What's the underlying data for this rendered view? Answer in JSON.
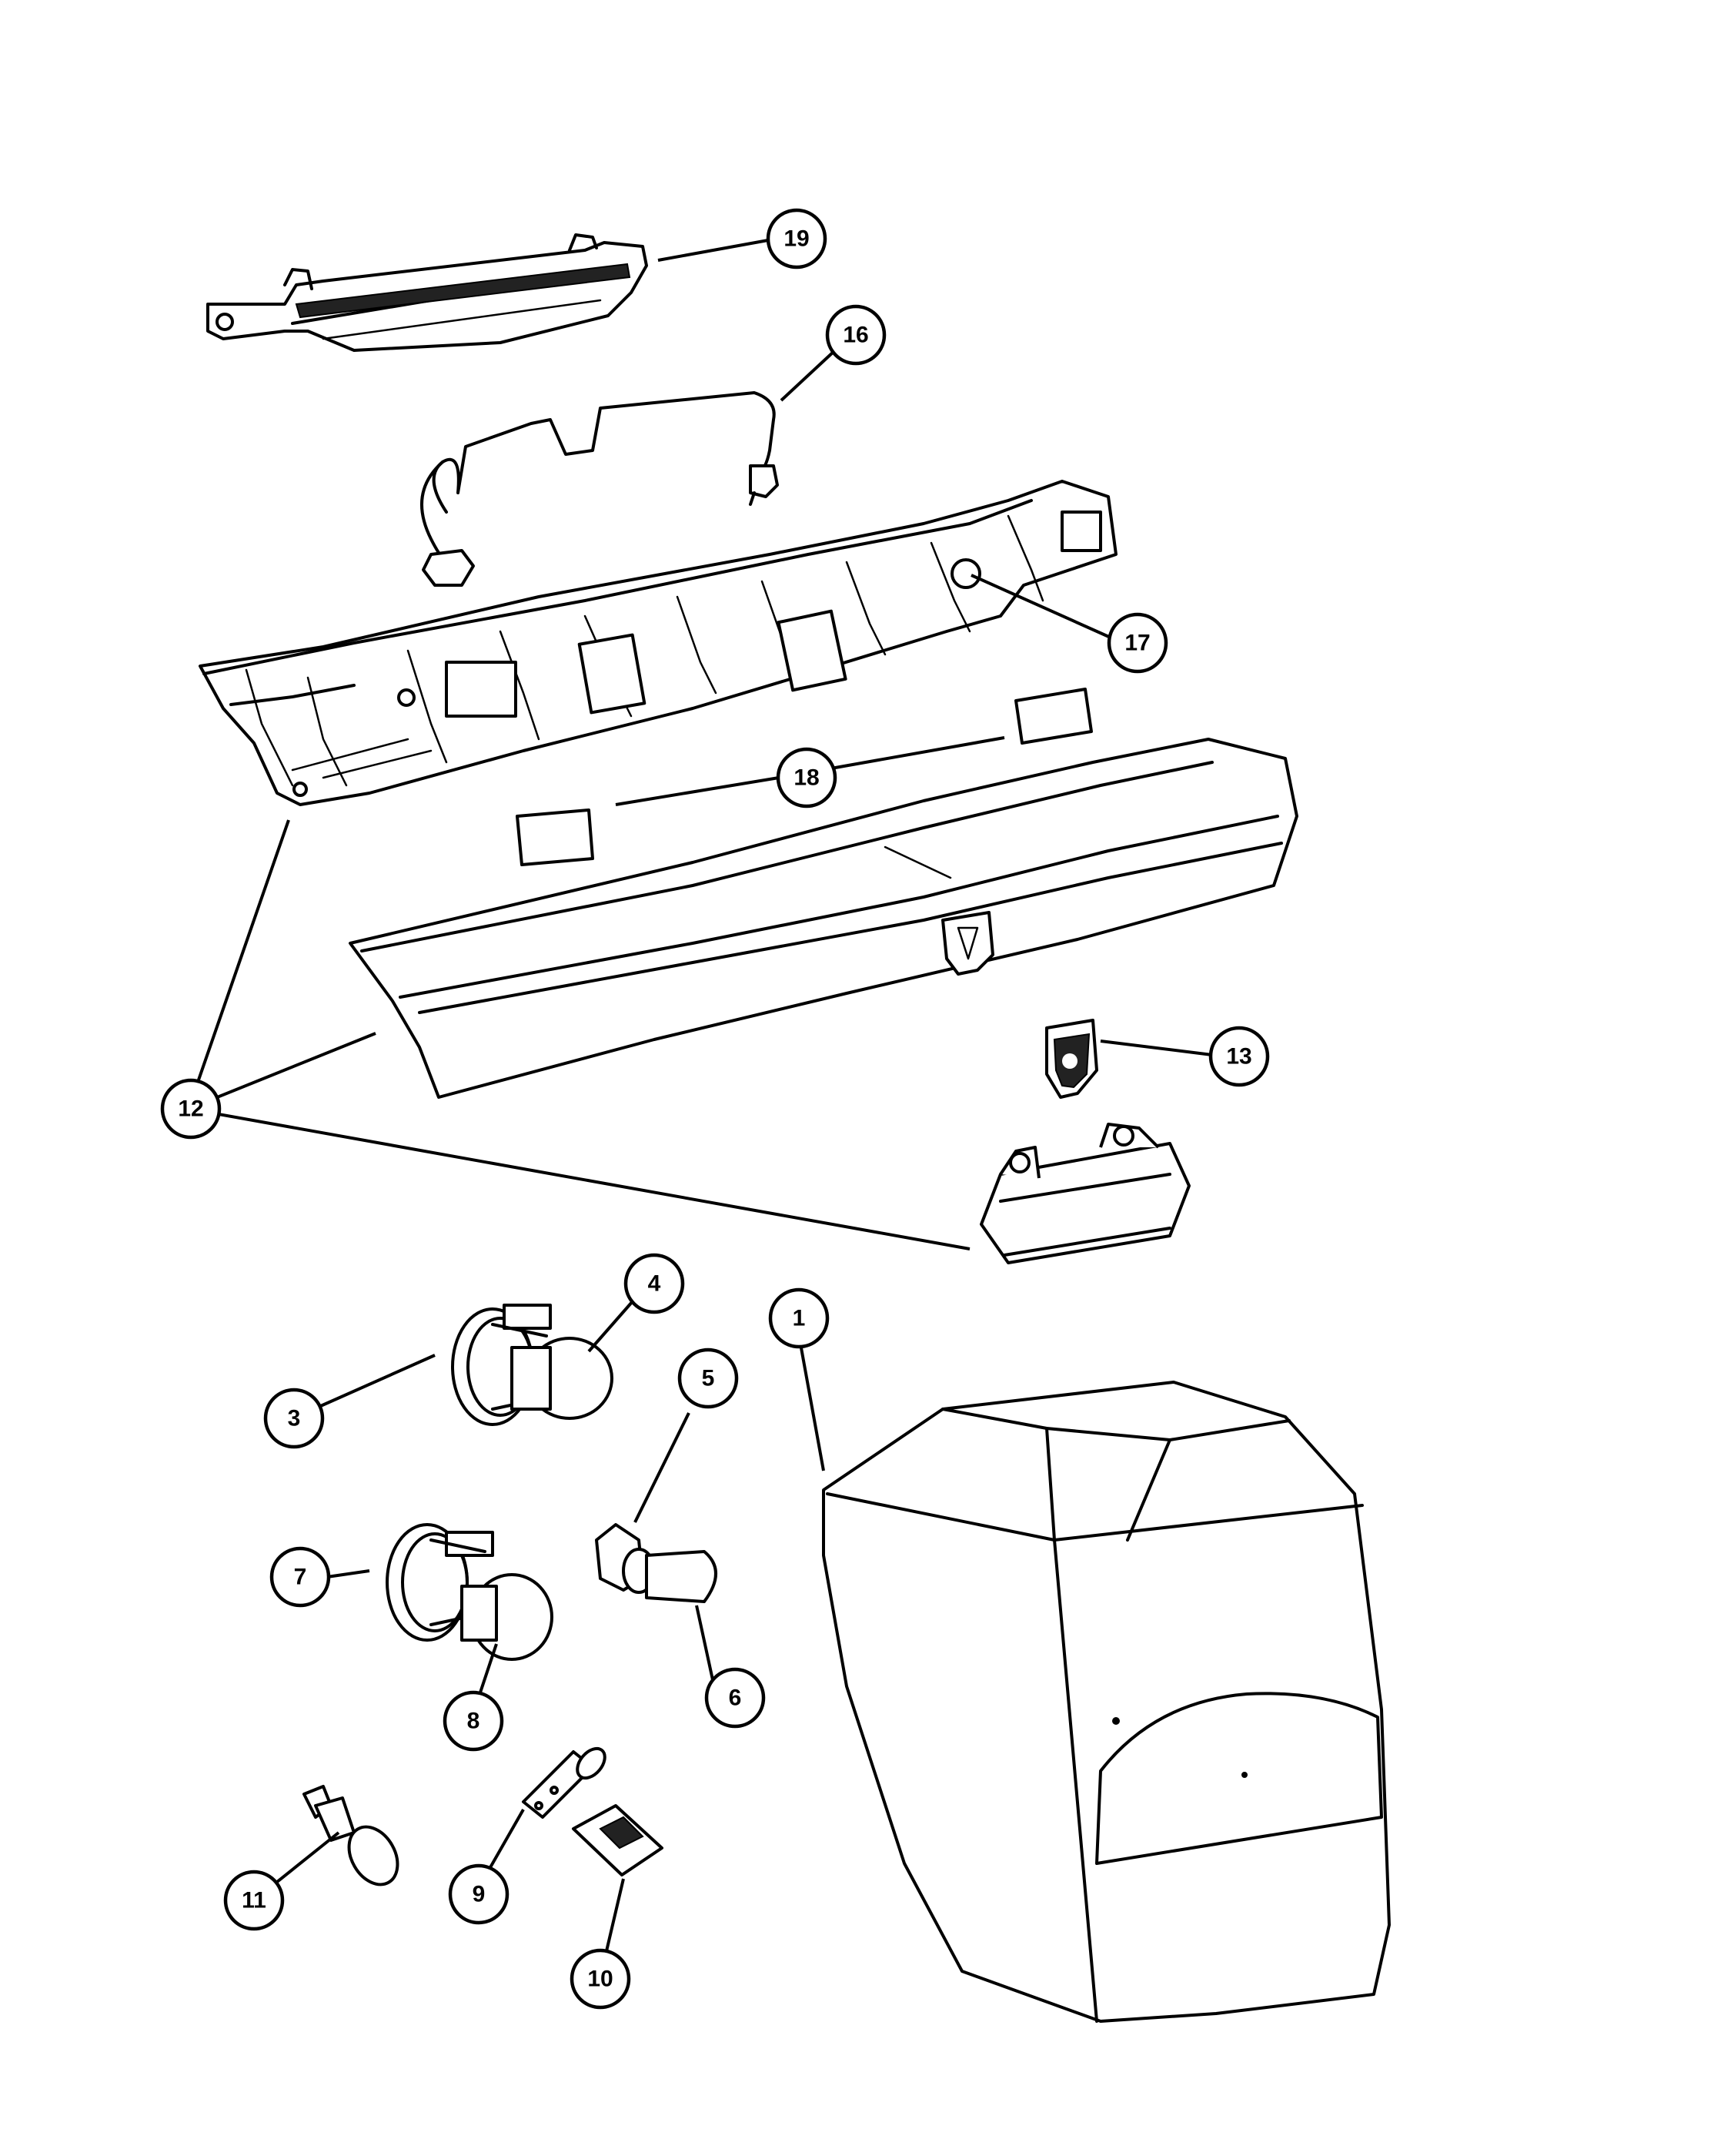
{
  "callouts": [
    {
      "id": "c19",
      "label": "19"
    },
    {
      "id": "c16",
      "label": "16"
    },
    {
      "id": "c17",
      "label": "17"
    },
    {
      "id": "c18",
      "label": "18"
    },
    {
      "id": "c13",
      "label": "13"
    },
    {
      "id": "c12",
      "label": "12"
    },
    {
      "id": "c4",
      "label": "4"
    },
    {
      "id": "c1",
      "label": "1"
    },
    {
      "id": "c3",
      "label": "3"
    },
    {
      "id": "c5",
      "label": "5"
    },
    {
      "id": "c7",
      "label": "7"
    },
    {
      "id": "c6",
      "label": "6"
    },
    {
      "id": "c8",
      "label": "8"
    },
    {
      "id": "c11",
      "label": "11"
    },
    {
      "id": "c9",
      "label": "9"
    },
    {
      "id": "c10",
      "label": "10"
    }
  ],
  "parts": [
    {
      "ref": "1",
      "icon": "tail-lamp-housing-icon"
    },
    {
      "ref": "3",
      "icon": "lamp-socket-icon"
    },
    {
      "ref": "4",
      "icon": "bulb-icon"
    },
    {
      "ref": "5",
      "icon": "wedge-socket-icon"
    },
    {
      "ref": "6",
      "icon": "wedge-bulb-icon"
    },
    {
      "ref": "7",
      "icon": "lamp-socket-icon"
    },
    {
      "ref": "8",
      "icon": "bulb-icon"
    },
    {
      "ref": "9",
      "icon": "push-pin-icon"
    },
    {
      "ref": "10",
      "icon": "clip-nut-icon"
    },
    {
      "ref": "11",
      "icon": "push-rivet-icon"
    },
    {
      "ref": "12",
      "icon": "trunk-applique-icon"
    },
    {
      "ref": "13",
      "icon": "ram-emblem-icon"
    },
    {
      "ref": "16",
      "icon": "wiring-harness-icon"
    },
    {
      "ref": "17",
      "icon": "license-lamp-icon"
    },
    {
      "ref": "18",
      "icon": "adhesive-pad-icon"
    },
    {
      "ref": "19",
      "icon": "center-high-mount-stop-lamp-icon"
    }
  ]
}
